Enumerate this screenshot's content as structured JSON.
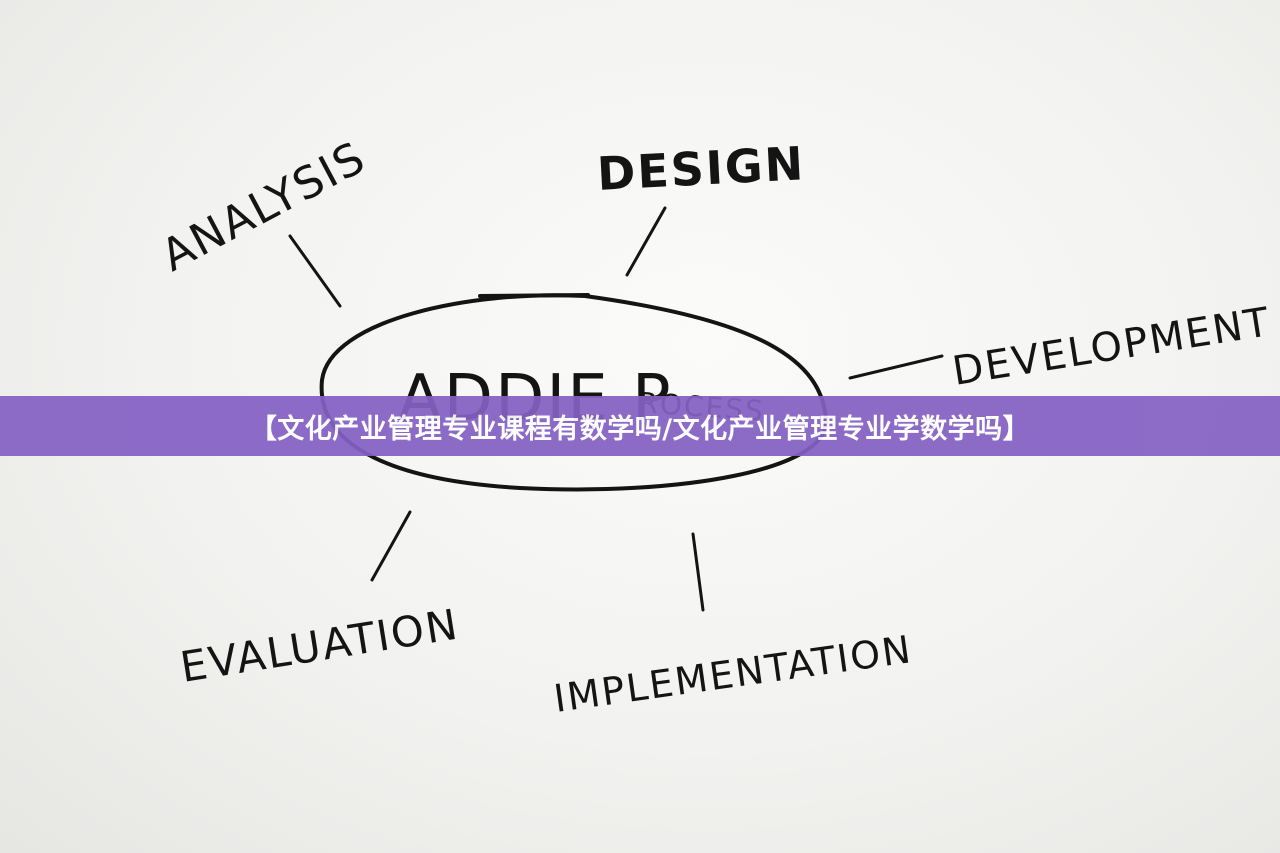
{
  "banner": {
    "text": "【文化产业管理专业课程有数学吗/文化产业管理专业学数学吗】",
    "background": "#8461c4"
  },
  "whiteboard": {
    "center_label_main": "ADDIE P",
    "center_label_sub": "ROCESS",
    "words": {
      "analysis": "ANALYSIS",
      "design": "DESIGN",
      "development": "DEVELOPMENT",
      "evaluation": "EVALUATION",
      "implementation": "IMPLEMENTATION"
    },
    "ink_color": "#141414"
  }
}
